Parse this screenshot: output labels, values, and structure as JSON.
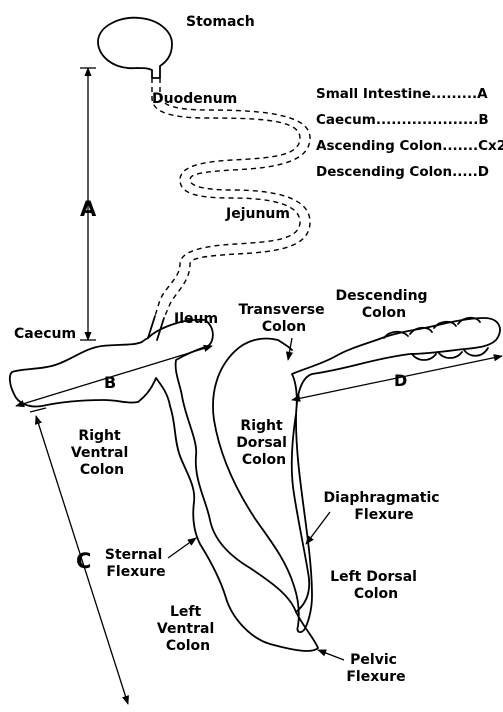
{
  "labels": {
    "stomach": "Stomach",
    "duodenum": "Duodenum",
    "jejunum": "Jejunum",
    "ileum": "Ileum",
    "caecum": "Caecum",
    "transverse_colon": [
      "Transverse",
      "Colon"
    ],
    "descending_colon": [
      "Descending",
      "Colon"
    ],
    "right_dorsal_colon": [
      "Right",
      "Dorsal",
      "Colon"
    ],
    "right_ventral_colon": [
      "Right",
      "Ventral",
      "Colon"
    ],
    "diaphragmatic_flexure": [
      "Diaphragmatic",
      "Flexure"
    ],
    "sternal_flexure": [
      "Sternal",
      "Flexure"
    ],
    "left_dorsal_colon": [
      "Left Dorsal",
      "Colon"
    ],
    "left_ventral_colon": [
      "Left",
      "Ventral",
      "Colon"
    ],
    "pelvic_flexure": [
      "Pelvic",
      "Flexure"
    ]
  },
  "measure_letters": {
    "a": "A",
    "b": "B",
    "c": "C",
    "d": "D"
  },
  "legend": [
    "Small Intestine.........A",
    "Caecum....................B",
    "Ascending Colon.......Cx2",
    "Descending Colon.....D"
  ]
}
